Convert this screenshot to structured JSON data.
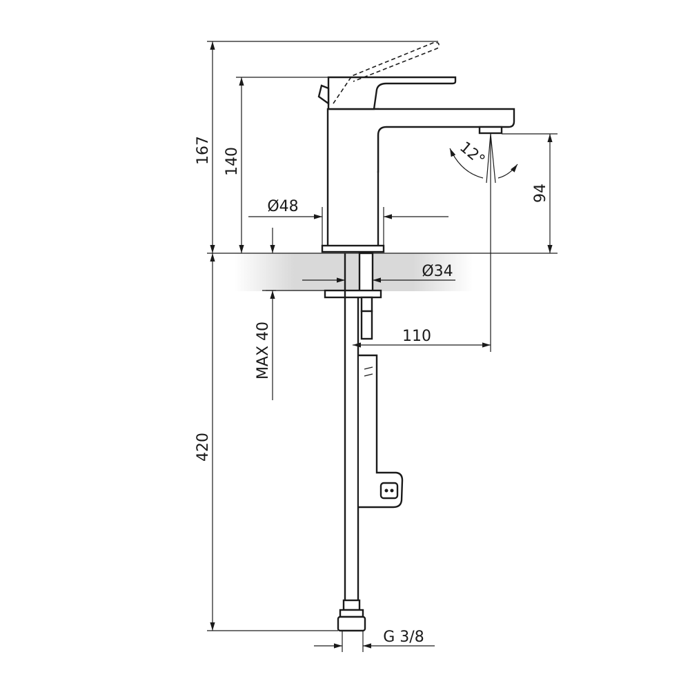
{
  "dimensions": {
    "overall_height": "167",
    "spout_height": "140",
    "body_diameter": "Ø48",
    "outlet_height": "94",
    "spray_angle": "12°",
    "shank_diameter": "Ø34",
    "spout_reach": "110",
    "max_deck_thickness": "MAX 40",
    "hose_length": "420",
    "connection_thread": "G 3/8"
  },
  "colors": {
    "line": "#1a1a1a",
    "deck_shade": "#d9d9d9",
    "background": "#ffffff"
  }
}
